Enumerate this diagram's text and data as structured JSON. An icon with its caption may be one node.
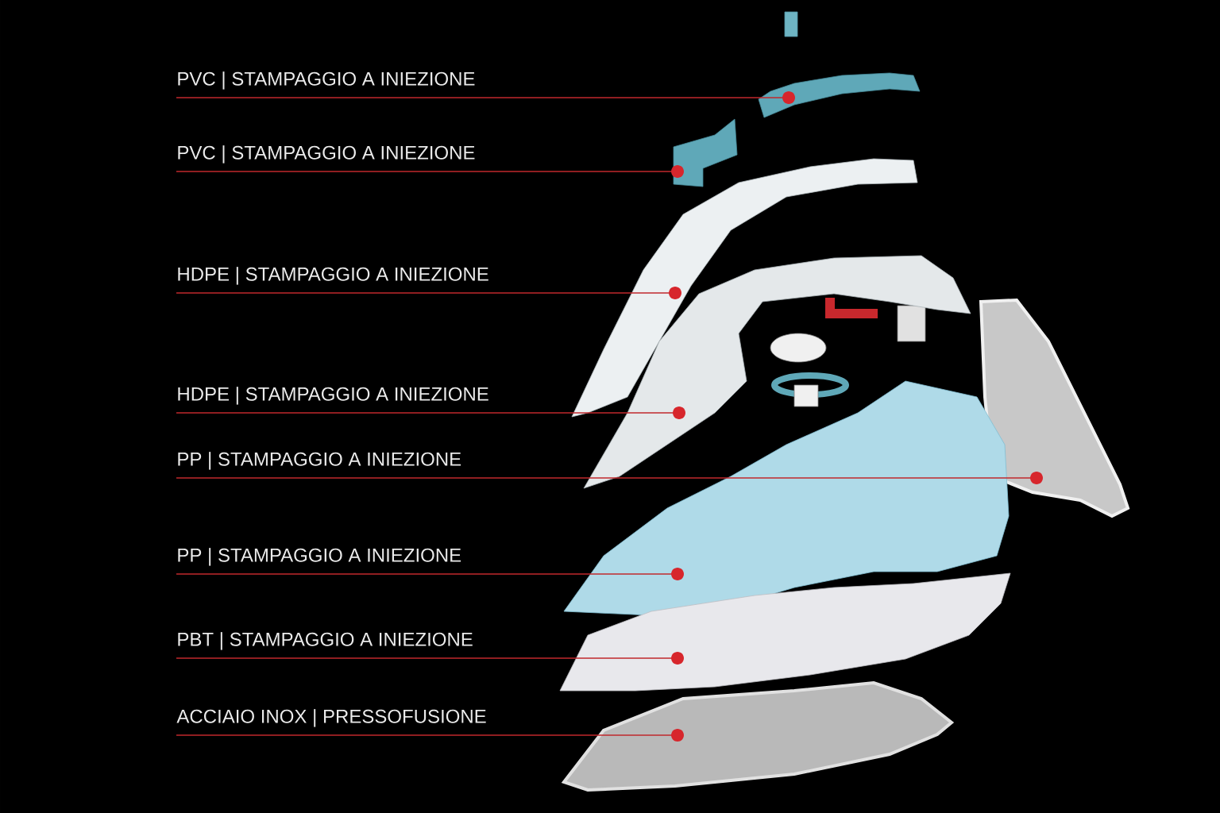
{
  "diagram": {
    "nodes": [
      {
        "text": [
          "PVC | STAMPAGGIO A INIEZIONE"
        ]
      },
      {
        "text": [
          "PVC | STAMPAGGIO A INIEZIONE"
        ]
      },
      {
        "text": [
          "HDPE | STAMPAGGIO A INIEZIONE"
        ]
      },
      {
        "text": [
          "HDPE | STAMPAGGIO A INIEZIONE"
        ]
      },
      {
        "text": [
          "PP | STAMPAGGIO A INIEZIONE"
        ]
      },
      {
        "text": [
          "PP | STAMPAGGIO A INIEZIONE"
        ]
      },
      {
        "text": [
          "PBT | STAMPAGGIO A INIEZIONE"
        ]
      },
      {
        "text": [
          "ACCIAIO INOX | PRESSOFUSIONE"
        ]
      },
      {
        "text": [],
        "shape": "picture"
      },
      {
        "text": [],
        "shape": "picture"
      },
      {
        "text": [],
        "shape": "picture"
      },
      {
        "text": [],
        "shape": "picture"
      },
      {
        "text": [],
        "shape": "picture"
      },
      {
        "text": [],
        "shape": "picture"
      },
      {
        "text": [],
        "shape": "picture"
      },
      {
        "text": [],
        "shape": "picture"
      }
    ],
    "edges": [
      {
        "from": 0,
        "to": 8,
        "arrow": "other"
      },
      {
        "from": 1,
        "to": 9,
        "arrow": "other"
      },
      {
        "from": 2,
        "to": 10,
        "arrow": "other"
      },
      {
        "from": 3,
        "to": 11,
        "arrow": "other"
      },
      {
        "from": 4,
        "to": 12,
        "arrow": "other"
      },
      {
        "from": 5,
        "to": 13,
        "arrow": "other"
      },
      {
        "from": 6,
        "to": 14,
        "arrow": "other"
      },
      {
        "from": 7,
        "to": 15,
        "arrow": "other"
      }
    ]
  }
}
